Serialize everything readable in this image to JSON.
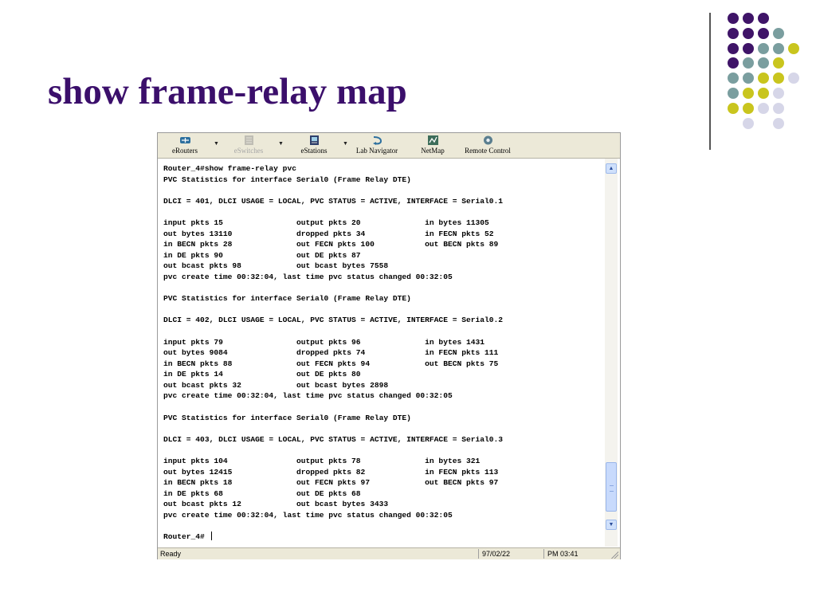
{
  "slide": {
    "title": "show frame-relay map"
  },
  "toolbar": {
    "buttons": [
      {
        "label": "eRouters",
        "icon": "router-icon",
        "enabled": true
      },
      {
        "label": "eSwitches",
        "icon": "switch-icon",
        "enabled": false
      },
      {
        "label": "eStations",
        "icon": "station-icon",
        "enabled": true
      },
      {
        "label": "Lab Navigator",
        "icon": "lab-navigator-icon",
        "enabled": true
      },
      {
        "label": "NetMap",
        "icon": "netmap-icon",
        "enabled": true
      },
      {
        "label": "Remote Control",
        "icon": "remote-control-icon",
        "enabled": true
      }
    ]
  },
  "console": {
    "lines": [
      "Router_4#show frame-relay pvc",
      "PVC Statistics for interface Serial0 (Frame Relay DTE)",
      "",
      "DLCI = 401, DLCI USAGE = LOCAL, PVC STATUS = ACTIVE, INTERFACE = Serial0.1",
      "",
      "input pkts 15                output pkts 20              in bytes 11305",
      "out bytes 13110              dropped pkts 34             in FECN pkts 52",
      "in BECN pkts 28              out FECN pkts 100           out BECN pkts 89",
      "in DE pkts 90                out DE pkts 87",
      "out bcast pkts 98            out bcast bytes 7558",
      "pvc create time 00:32:04, last time pvc status changed 00:32:05",
      "",
      "PVC Statistics for interface Serial0 (Frame Relay DTE)",
      "",
      "DLCI = 402, DLCI USAGE = LOCAL, PVC STATUS = ACTIVE, INTERFACE = Serial0.2",
      "",
      "input pkts 79                output pkts 96              in bytes 1431",
      "out bytes 9084               dropped pkts 74             in FECN pkts 111",
      "in BECN pkts 88              out FECN pkts 94            out BECN pkts 75",
      "in DE pkts 14                out DE pkts 80",
      "out bcast pkts 32            out bcast bytes 2898",
      "pvc create time 00:32:04, last time pvc status changed 00:32:05",
      "",
      "PVC Statistics for interface Serial0 (Frame Relay DTE)",
      "",
      "DLCI = 403, DLCI USAGE = LOCAL, PVC STATUS = ACTIVE, INTERFACE = Serial0.3",
      "",
      "input pkts 104               output pkts 78              in bytes 321",
      "out bytes 12415              dropped pkts 82             in FECN pkts 113",
      "in BECN pkts 18              out FECN pkts 97            out BECN pkts 97",
      "in DE pkts 68                out DE pkts 68",
      "out bcast pkts 12            out bcast bytes 3433",
      "pvc create time 00:32:04, last time pvc status changed 00:32:05",
      ""
    ],
    "prompt": "Router_4#"
  },
  "statusbar": {
    "status": "Ready",
    "date": "97/02/22",
    "time": "PM 03:41"
  },
  "colors": {
    "title": "#3b0f6b",
    "dot_purple": "#3f1468",
    "dot_teal": "#7a9e9f",
    "dot_yellow": "#c9c51e",
    "dot_lavender": "#d6d6e8"
  }
}
